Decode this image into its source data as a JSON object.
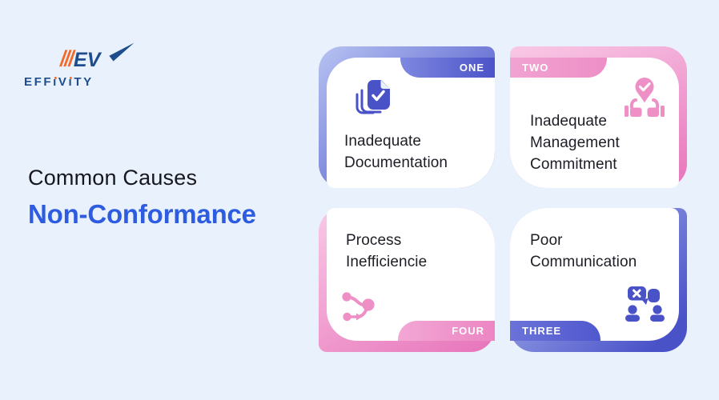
{
  "logo": {
    "mark_text": "EV",
    "wordmark_parts": [
      "EFF",
      "ı",
      "V",
      "ı",
      "TY"
    ]
  },
  "title": {
    "line1": "Common Causes",
    "line2": "Non-Conformance"
  },
  "cards": [
    {
      "label": "ONE",
      "icon": "documents-check-icon",
      "lines": [
        "Inadequate",
        "Documentation"
      ]
    },
    {
      "label": "TWO",
      "icon": "thumbs-up-check-icon",
      "lines": [
        "Inadequate",
        "Management",
        "Commitment"
      ]
    },
    {
      "label": "THREE",
      "icon": "communication-error-icon",
      "lines": [
        "Poor",
        "Communication"
      ]
    },
    {
      "label": "FOUR",
      "icon": "process-flow-icon",
      "lines": [
        "Process",
        "Inefficiencie"
      ]
    }
  ],
  "colors": {
    "background": "#e9f1fc",
    "indigo": "#4a52c8",
    "indigo_light": "#b7c3f2",
    "pink": "#e878bc",
    "pink_light": "#f9c9e6",
    "title_blue": "#2d5ce1",
    "text_dark": "#1d1d26",
    "logo_navy": "#1d4d8d",
    "logo_orange": "#f26a2a"
  }
}
